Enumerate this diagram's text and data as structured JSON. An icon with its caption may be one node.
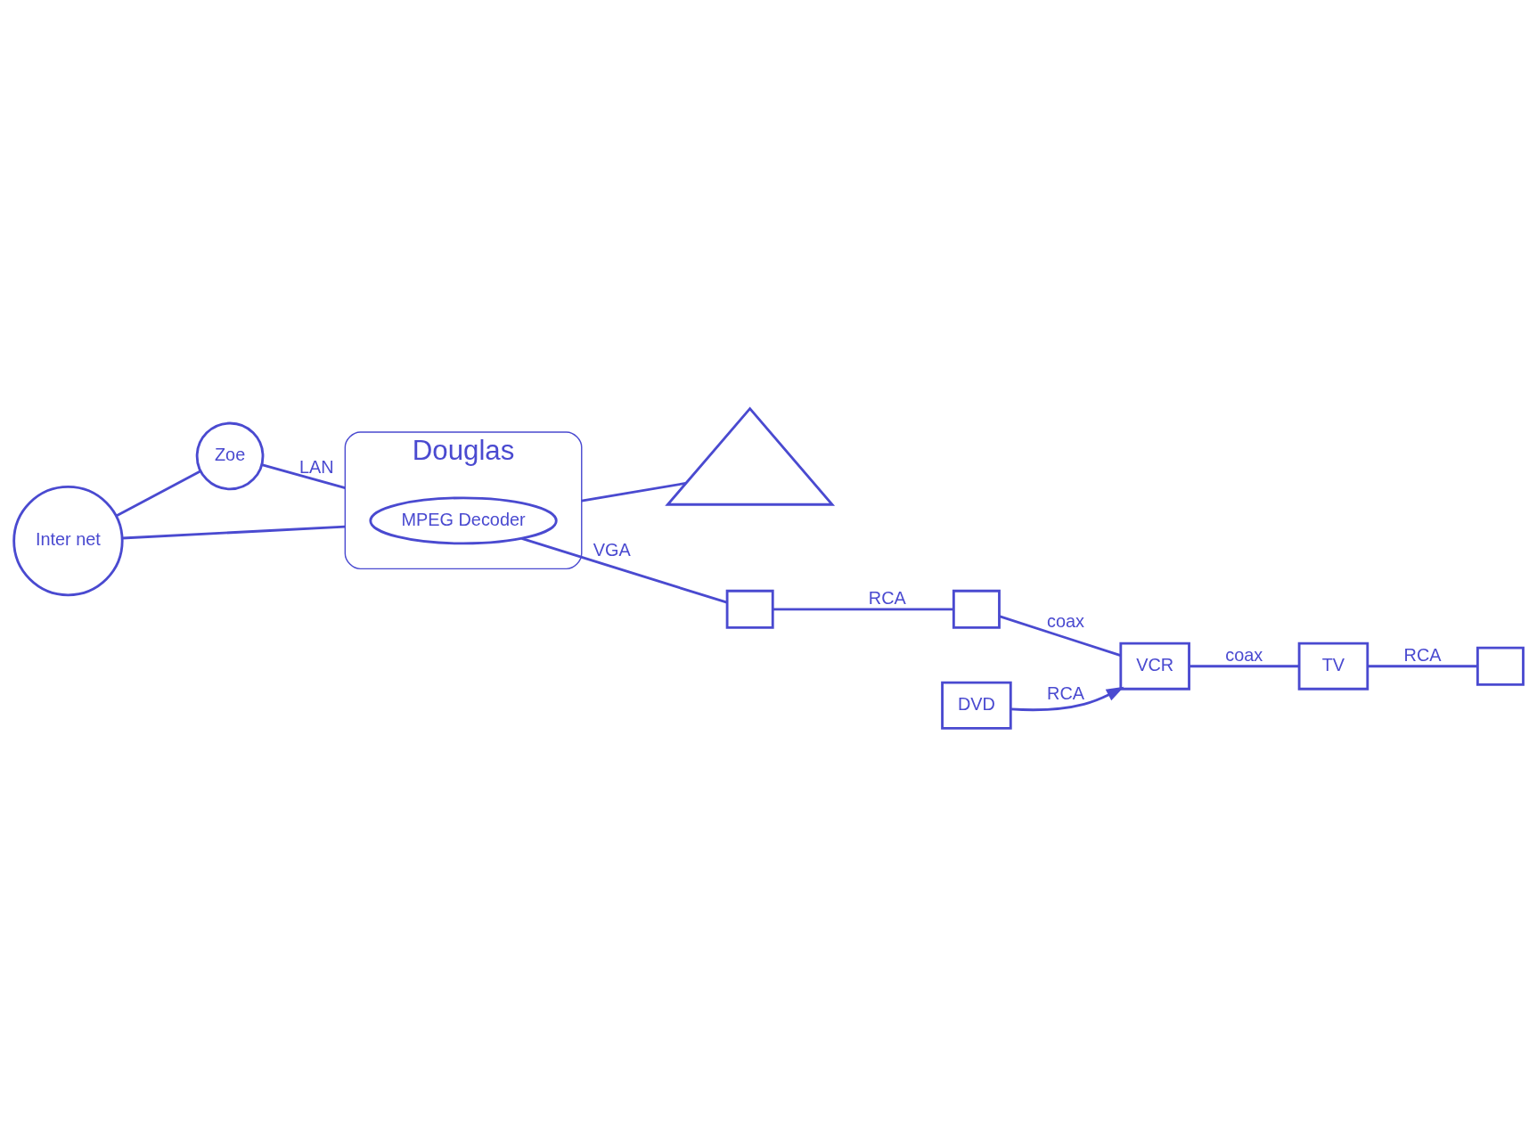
{
  "diagram": {
    "nodes": [
      {
        "text": [
          "Inter net"
        ]
      },
      {
        "text": [
          "Zoe"
        ]
      },
      {
        "text": [
          "Douglas"
        ]
      },
      {
        "text": [
          "MPEG Decoder"
        ],
        "in": 2
      },
      {
        "text": [],
        "shape": "triangle"
      },
      {
        "text": [],
        "shape": "box"
      },
      {
        "text": [],
        "shape": "box"
      },
      {
        "text": [
          "VCR"
        ]
      },
      {
        "text": [
          "TV"
        ]
      },
      {
        "text": [],
        "shape": "box"
      },
      {
        "text": [
          "DVD"
        ]
      }
    ],
    "edges": [
      {
        "from": 1,
        "to": 2,
        "arrow": "none",
        "label": "LAN"
      },
      {
        "from": 0,
        "to": 2,
        "arrow": "none"
      },
      {
        "from": 0,
        "to": 1,
        "arrow": "none"
      },
      {
        "from": 2,
        "to": 4,
        "arrow": "none"
      },
      {
        "from": 3,
        "to": 5,
        "arrow": "none",
        "label": "VGA"
      },
      {
        "from": 5,
        "to": 6,
        "arrow": "none",
        "label": "RCA"
      },
      {
        "from": 6,
        "to": 7,
        "arrow": "none",
        "label": "coax"
      },
      {
        "from": 7,
        "to": 8,
        "arrow": "none",
        "label": "coax"
      },
      {
        "from": 8,
        "to": 9,
        "arrow": "none",
        "label": "RCA"
      },
      {
        "from": 10,
        "to": 7,
        "arrow": "to",
        "label": "RCA"
      }
    ]
  }
}
